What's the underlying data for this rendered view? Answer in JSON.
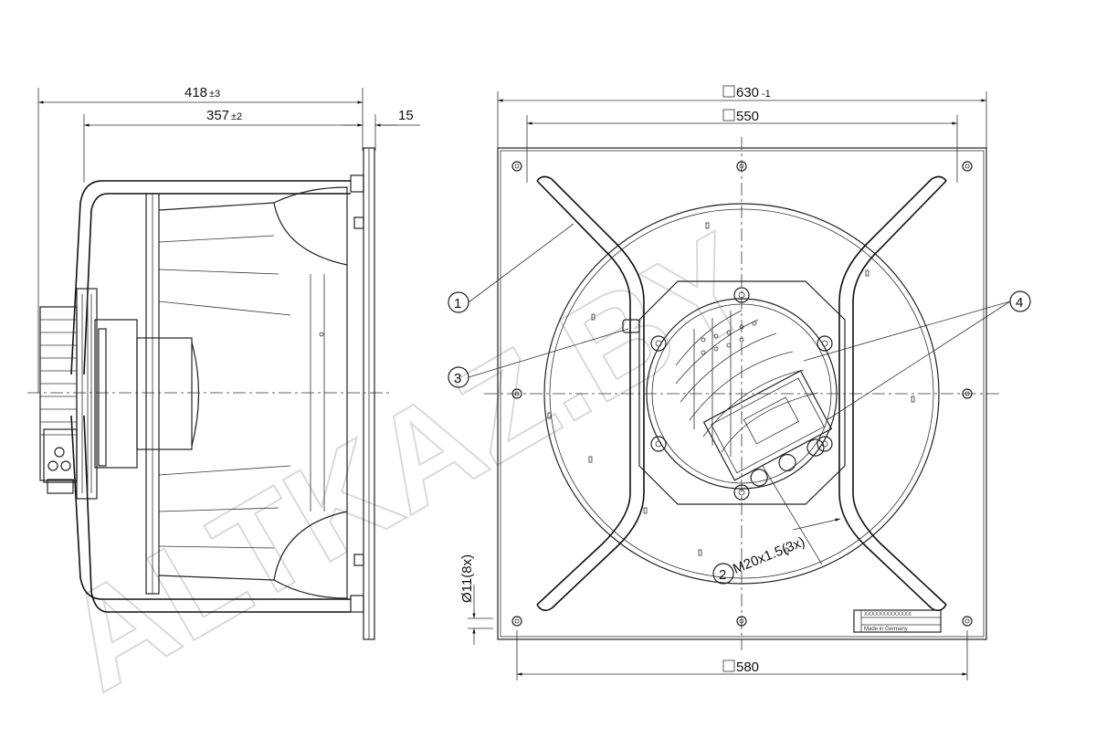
{
  "dimensions": {
    "overall_depth": {
      "value": "418",
      "tolerance": "±3"
    },
    "impeller_depth": {
      "value": "357",
      "tolerance": "±2"
    },
    "plate_thickness": {
      "value": "15"
    },
    "plate_size": {
      "symbol": "□",
      "value": "630",
      "tolerance": "-1"
    },
    "bracket_span": {
      "symbol": "□",
      "value": "550"
    },
    "hole_pitch": {
      "symbol": "□",
      "value": "580"
    },
    "hole_diameter": {
      "value": "Ø11(8x)"
    },
    "cable_gland": {
      "value": "M20x1.5(3x)"
    }
  },
  "callouts": [
    "1",
    "2",
    "3",
    "4"
  ],
  "watermark": "ALTKAZ.BY",
  "nameplate": {
    "line1": "XXXXXXXXXXXXX",
    "line2": "Made in Germany"
  }
}
